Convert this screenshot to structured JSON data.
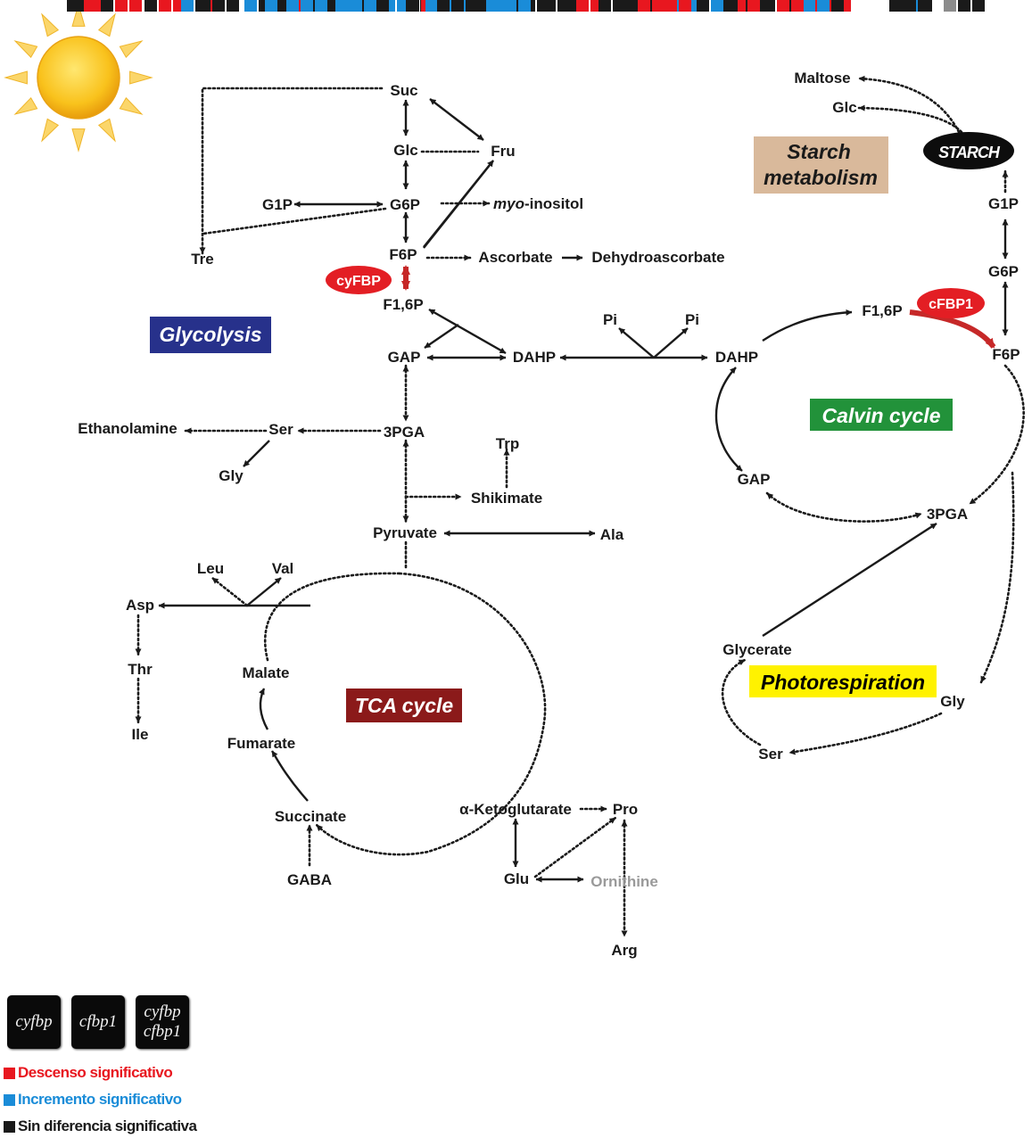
{
  "colors": {
    "red": "#e8171f",
    "blue": "#1a8cd8",
    "black": "#1a1a1a",
    "grey": "#8c8c8c"
  },
  "sun_icon": "sun-icon",
  "regions": {
    "glycolysis": {
      "label": "Glycolysis",
      "bg": "#27318b",
      "fg": "#ffffff"
    },
    "calvin": {
      "label": "Calvin cycle",
      "bg": "#22923a",
      "fg": "#ffffff"
    },
    "tca": {
      "label": "TCA cycle",
      "bg": "#8b1a1a",
      "fg": "#ffffff"
    },
    "photorespiration": {
      "label": "Photorespiration",
      "bg": "#fff200",
      "fg": "#000000"
    },
    "starch_metabolism": {
      "line1": "Starch",
      "line2": "metabolism",
      "bg": "#d9b99b",
      "fg": "#1a1a1a"
    },
    "starch": {
      "label": "STARCH"
    }
  },
  "enzymes": {
    "cyfbp": "cyFBP",
    "cfbp1": "cFBP1"
  },
  "metabolites": [
    {
      "id": "suc",
      "label": "Suc",
      "squares": [
        "black",
        "red",
        "red"
      ]
    },
    {
      "id": "glc",
      "label": "Glc",
      "squares": [
        "black",
        "red",
        "red"
      ]
    },
    {
      "id": "fru",
      "label": "Fru",
      "squares": [
        "black",
        "red",
        "red"
      ]
    },
    {
      "id": "g6p",
      "label": "G6P",
      "squares": [
        "blue",
        "black",
        "red"
      ]
    },
    {
      "id": "g1p",
      "label": "G1P",
      "squares": [
        "black",
        "black",
        "black"
      ]
    },
    {
      "id": "myo",
      "label_italic": "myo",
      "label_rest": "-inositol",
      "squares": [
        "black",
        "red",
        "red"
      ]
    },
    {
      "id": "tre",
      "label": "Tre",
      "squares": [
        "black",
        "red",
        "red"
      ]
    },
    {
      "id": "f6p",
      "label": "F6P",
      "squares": [
        "blue",
        "black",
        "black"
      ]
    },
    {
      "id": "ascorbate",
      "label": "Ascorbate",
      "squares": [
        "black",
        "black",
        "black"
      ]
    },
    {
      "id": "dehydro",
      "label": "Dehydroascorbate",
      "squares": [
        "black",
        "black",
        "black"
      ]
    },
    {
      "id": "f16p",
      "label": "F1,6P",
      "squares": [
        "blue",
        "blue",
        "blue"
      ]
    },
    {
      "id": "gap",
      "label": "GAP",
      "squares": [
        "black",
        "blue",
        "blue"
      ]
    },
    {
      "id": "dahp",
      "label": "DAHP",
      "squares": [
        "blue",
        "blue",
        "blue"
      ]
    },
    {
      "id": "pi_pair",
      "label_a": "Pi",
      "label_b": "Pi",
      "squares": [
        "black",
        "black",
        "black"
      ]
    },
    {
      "id": "ethanolamine",
      "label": "Ethanolamine",
      "squares": [
        "black",
        "black",
        "blue"
      ]
    },
    {
      "id": "ser",
      "label": "Ser",
      "squares": [
        "black",
        "red",
        "red"
      ]
    },
    {
      "id": "pga",
      "label": "3PGA",
      "squares": [
        "blue",
        "blue",
        "blue"
      ]
    },
    {
      "id": "gly",
      "label": "Gly",
      "squares": [
        "black",
        "blue",
        "black"
      ]
    },
    {
      "id": "trp",
      "label": "Trp",
      "squares": [
        "black",
        "black",
        "black"
      ]
    },
    {
      "id": "shikimate",
      "label": "Shikimate",
      "squares": [
        "black",
        "red",
        "red"
      ]
    },
    {
      "id": "pyruvate",
      "label": "Pyruvate",
      "squares": [
        "black",
        "black",
        "black"
      ]
    },
    {
      "id": "ala",
      "label": "Ala",
      "squares": [
        "black",
        "black",
        "black"
      ]
    },
    {
      "id": "leu",
      "label": "Leu",
      "squares": [
        "black",
        "red",
        "red"
      ]
    },
    {
      "id": "val",
      "label": "Val",
      "squares": [
        "black",
        "red",
        "red"
      ]
    },
    {
      "id": "asp",
      "label": "Asp",
      "squares": [
        "black",
        "black",
        "black"
      ]
    },
    {
      "id": "thr",
      "label": "Thr",
      "squares": [
        "black",
        "blue",
        "blue"
      ]
    },
    {
      "id": "ile",
      "label": "Ile",
      "squares": [
        "black",
        "black",
        "black"
      ]
    },
    {
      "id": "malate",
      "label": "Malate",
      "squares": [
        "black",
        "red",
        "red"
      ]
    },
    {
      "id": "fumarate",
      "label": "Fumarate",
      "squares": [
        "black",
        "red",
        "red"
      ]
    },
    {
      "id": "succinate",
      "label": "Succinate",
      "squares": [
        "black",
        "red",
        "red"
      ]
    },
    {
      "id": "gaba",
      "label": "GABA",
      "squares": [
        "black",
        "blue",
        "black"
      ]
    },
    {
      "id": "akg",
      "label": "α-Ketoglutarate",
      "squares": [
        "black",
        "black",
        "red"
      ]
    },
    {
      "id": "pro",
      "label": "Pro",
      "squares": [
        "blue",
        "blue",
        "black"
      ]
    },
    {
      "id": "glu",
      "label": "Glu",
      "squares": [
        "black",
        "black",
        "black"
      ]
    },
    {
      "id": "ornithine",
      "label": "Ornithine",
      "squares": []
    },
    {
      "id": "arg",
      "label": "Arg",
      "squares": [
        "grey",
        "black",
        "black"
      ]
    },
    {
      "id": "maltose",
      "label": "Maltose",
      "squares": [
        "black",
        "red",
        "red"
      ]
    },
    {
      "id": "glc_c",
      "label": "Glc",
      "squares": [
        "black",
        "red",
        "red"
      ]
    },
    {
      "id": "g1p_c",
      "label": "G1P",
      "squares": [
        "black",
        "black",
        "black"
      ]
    },
    {
      "id": "g6p_c",
      "label": "G6P",
      "squares": [
        "blue",
        "black",
        "red"
      ]
    },
    {
      "id": "f16p_c",
      "label": "F1,6P",
      "squares": [
        "blue",
        "blue",
        "blue"
      ]
    },
    {
      "id": "f6p_c",
      "label": "F6P",
      "squares": [
        "blue",
        "black",
        "black"
      ]
    },
    {
      "id": "dahp_c",
      "label": "DAHP",
      "squares": [
        "blue",
        "blue",
        "blue"
      ]
    },
    {
      "id": "gap_c",
      "label": "GAP",
      "squares": [
        "black",
        "blue",
        "blue"
      ]
    },
    {
      "id": "pga_c",
      "label": "3PGA",
      "squares": [
        "blue",
        "blue",
        "blue"
      ]
    },
    {
      "id": "glycerate",
      "label": "Glycerate",
      "squares": [
        "black",
        "red",
        "red"
      ]
    },
    {
      "id": "gly_p",
      "label": "Gly",
      "squares": [
        "black",
        "blue",
        "black"
      ]
    },
    {
      "id": "ser_p",
      "label": "Ser",
      "squares": [
        "black",
        "red",
        "red"
      ]
    }
  ],
  "legend": {
    "tiles": [
      [
        "cyfbp"
      ],
      [
        "cfbp1"
      ],
      [
        "cyfbp",
        "cfbp1"
      ]
    ],
    "rows": [
      {
        "text": "Descenso significativo",
        "color": "red"
      },
      {
        "text": "Incremento significativo",
        "color": "blue"
      },
      {
        "text": "Sin diferencia significativa",
        "color": "black"
      }
    ]
  }
}
